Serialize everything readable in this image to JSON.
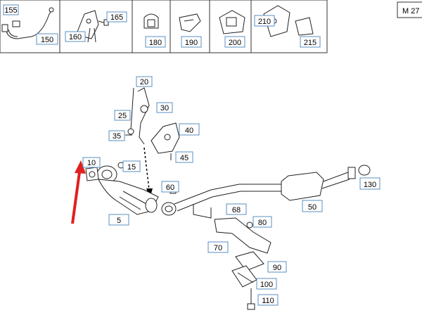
{
  "page_code": "M 27",
  "top_callouts": [
    {
      "id": "155",
      "label": "155"
    },
    {
      "id": "150",
      "label": "150"
    },
    {
      "id": "160",
      "label": "160"
    },
    {
      "id": "165",
      "label": "165"
    },
    {
      "id": "180",
      "label": "180"
    },
    {
      "id": "190",
      "label": "190"
    },
    {
      "id": "200",
      "label": "200"
    },
    {
      "id": "210",
      "label": "210"
    },
    {
      "id": "215",
      "label": "215"
    }
  ],
  "main_callouts": [
    {
      "id": "20",
      "label": "20"
    },
    {
      "id": "25",
      "label": "25"
    },
    {
      "id": "30",
      "label": "30"
    },
    {
      "id": "35",
      "label": "35"
    },
    {
      "id": "40",
      "label": "40"
    },
    {
      "id": "45",
      "label": "45"
    },
    {
      "id": "10",
      "label": "10"
    },
    {
      "id": "15",
      "label": "15"
    },
    {
      "id": "60",
      "label": "60"
    },
    {
      "id": "5",
      "label": "5"
    },
    {
      "id": "68",
      "label": "68"
    },
    {
      "id": "80",
      "label": "80"
    },
    {
      "id": "70",
      "label": "70"
    },
    {
      "id": "90",
      "label": "90"
    },
    {
      "id": "100",
      "label": "100"
    },
    {
      "id": "110",
      "label": "110"
    },
    {
      "id": "50",
      "label": "50"
    },
    {
      "id": "130",
      "label": "130"
    }
  ],
  "highlighted_callout": "10",
  "colors": {
    "callout_border": "#5a8fc0",
    "highlight": "#e02020",
    "arrow": "#e02020",
    "line": "#222222"
  }
}
